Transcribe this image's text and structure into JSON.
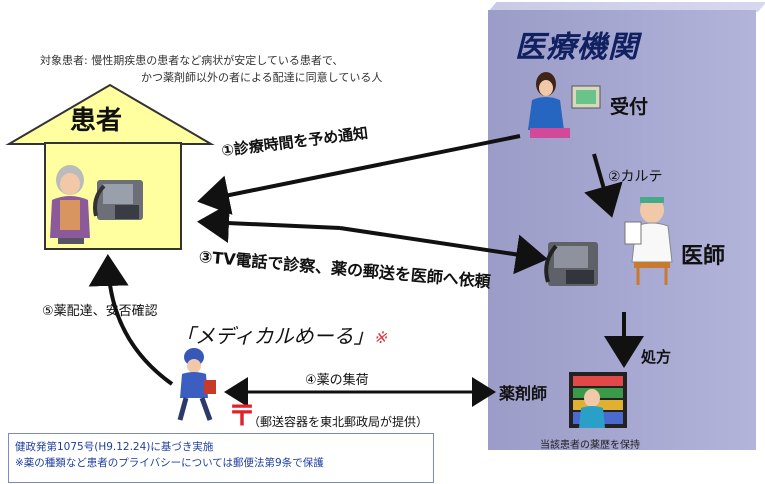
{
  "institution_title": "医療機関",
  "target_patients": {
    "line1": "対象患者: 慢性期疾患の患者など病状が安定している患者で、",
    "line2": "かつ薬剤師以外の者による配達に同意している人"
  },
  "house_label": "患者",
  "labels": {
    "reception": "受付",
    "doctor": "医師",
    "pharmacist": "薬剤師",
    "prescription": "処方",
    "karte": "②カルテ",
    "history_note": "当該患者の薬歴を保持"
  },
  "steps": {
    "step1": "①診療時間を予め通知",
    "step3": "③TV電話で診察、薬の郵送を医師へ依頼",
    "step4": "④薬の集荷",
    "step5": "⑤薬配達、安否確認"
  },
  "service": {
    "name": "「メディカルめーる」",
    "mark": "※"
  },
  "postal_mark": "〒",
  "container_note": "（郵送容器を東北郵政局が提供）",
  "notice": {
    "line1": "健政発第1075号(H9.12.24)に基づき実施",
    "line2": "※薬の種類など患者のプライバシーについては郵便法第9条で保護"
  },
  "colors": {
    "panel": "#a4a5d0",
    "house": "#ffffa0",
    "accent_red": "#e0303a",
    "notice_text": "#1f3fa0"
  }
}
